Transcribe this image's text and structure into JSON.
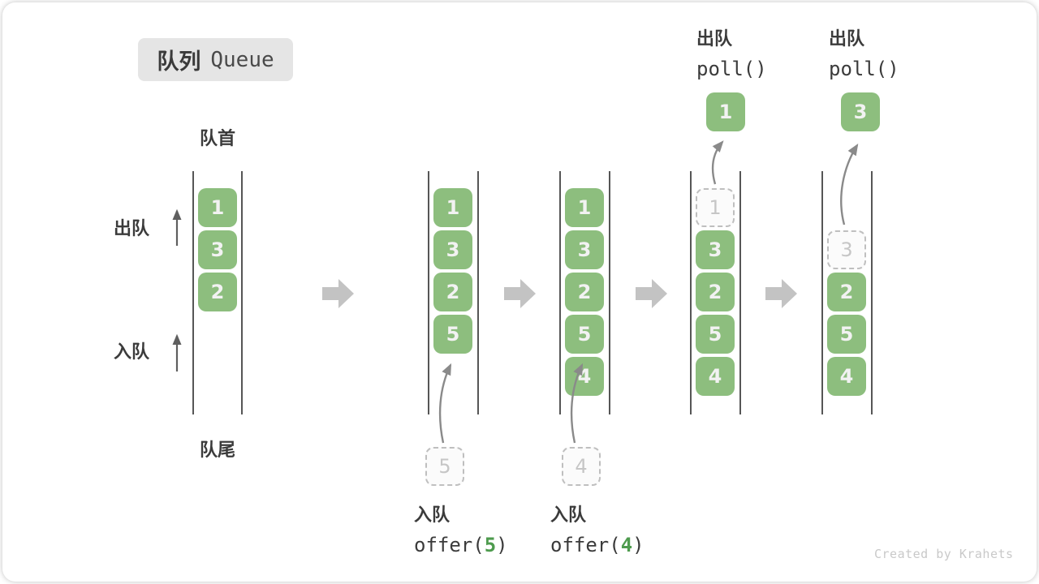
{
  "title": {
    "zh": "队列",
    "en": "Queue"
  },
  "side": {
    "front": "队首",
    "rear": "队尾",
    "dequeue": "出队",
    "enqueue": "入队"
  },
  "states": {
    "s1": {
      "boxes": [
        "1",
        "3",
        "2"
      ]
    },
    "s2": {
      "boxes": [
        "1",
        "3",
        "2",
        "5"
      ],
      "incoming": "5"
    },
    "s3": {
      "boxes": [
        "1",
        "3",
        "2",
        "5",
        "4"
      ],
      "incoming": "4"
    },
    "s4": {
      "removed": "1",
      "boxes": [
        "3",
        "2",
        "5",
        "4"
      ],
      "out": "1"
    },
    "s5": {
      "removed": "3",
      "boxes": [
        "2",
        "5",
        "4"
      ],
      "out": "3"
    }
  },
  "ops": {
    "enqueue5": {
      "label": "入队",
      "fn": "offer(",
      "arg": "5",
      "close": ")"
    },
    "enqueue4": {
      "label": "入队",
      "fn": "offer(",
      "arg": "4",
      "close": ")"
    },
    "poll_first": {
      "label": "出队",
      "fn": "poll()"
    },
    "poll_second": {
      "label": "出队",
      "fn": "poll()"
    }
  },
  "watermark": "Created by Krahets",
  "colors": {
    "box_green": "#8DBE7E",
    "box_text": "#F2F2F2",
    "code_arg_green": "#4E9B4E",
    "badge_bg": "#E5E5E5",
    "text_dark": "#3B3B3B",
    "step_arrow_gray": "#C3C3C3",
    "dashed_border": "#BFBFBF",
    "dashed_text": "#C6C6C6",
    "wall_gray": "#565656",
    "curve_arrow_gray": "#8A8A8A",
    "watermark_gray": "#C9C9C9"
  }
}
